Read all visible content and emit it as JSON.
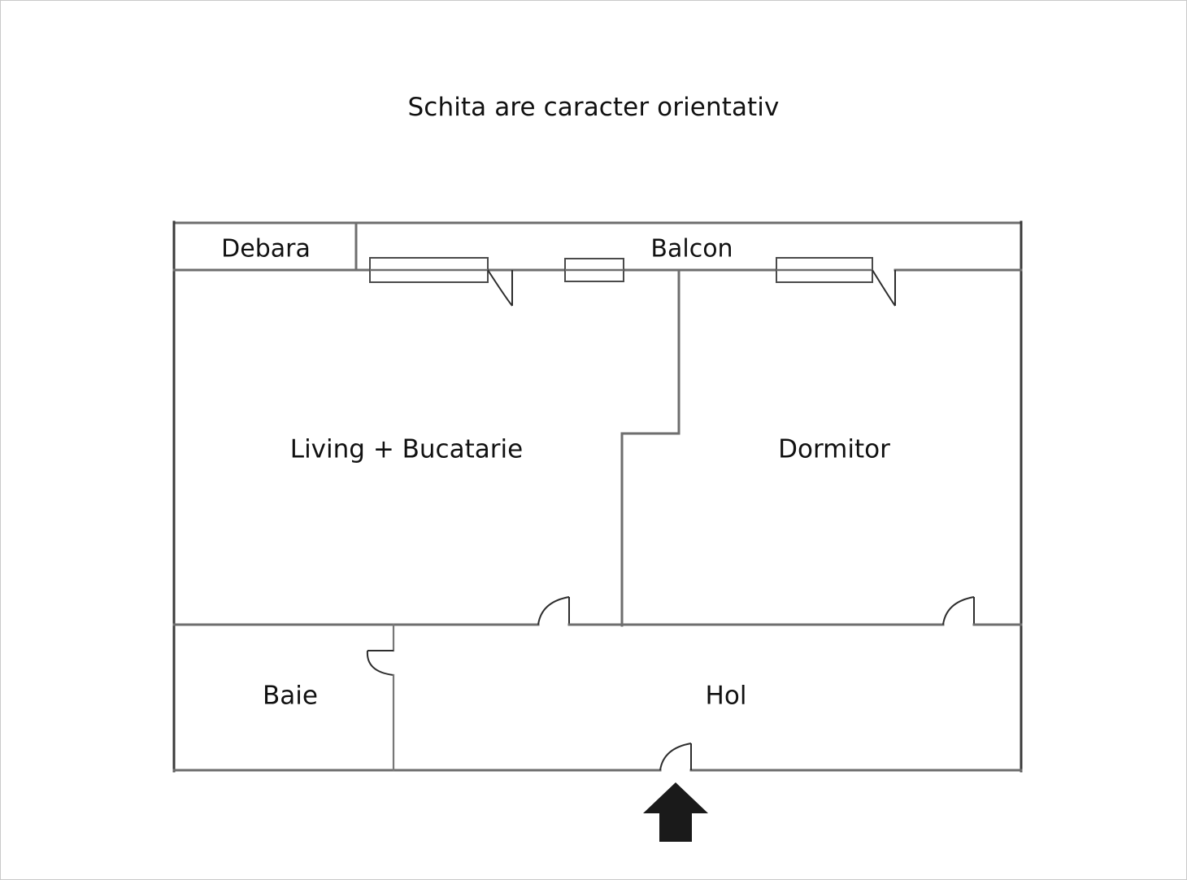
{
  "page": {
    "title_note": "Schita are caracter orientativ",
    "background_color": "#ffffff",
    "wall_color": "#6e6e6e",
    "text_color": "#111111"
  },
  "floorplan": {
    "type": "apartment-floor-plan",
    "rooms": [
      {
        "id": "debara",
        "label": "Debara"
      },
      {
        "id": "balcon",
        "label": "Balcon"
      },
      {
        "id": "living",
        "label": "Living + Bucatarie"
      },
      {
        "id": "dormitor",
        "label": "Dormitor"
      },
      {
        "id": "baie",
        "label": "Baie"
      },
      {
        "id": "hol",
        "label": "Hol"
      }
    ],
    "openings": {
      "windows": 3,
      "balcony_doors": 2,
      "interior_doors": 3,
      "entrance_doors": 1
    },
    "entrance": {
      "marker": "entrance-arrow",
      "direction": "up"
    }
  }
}
